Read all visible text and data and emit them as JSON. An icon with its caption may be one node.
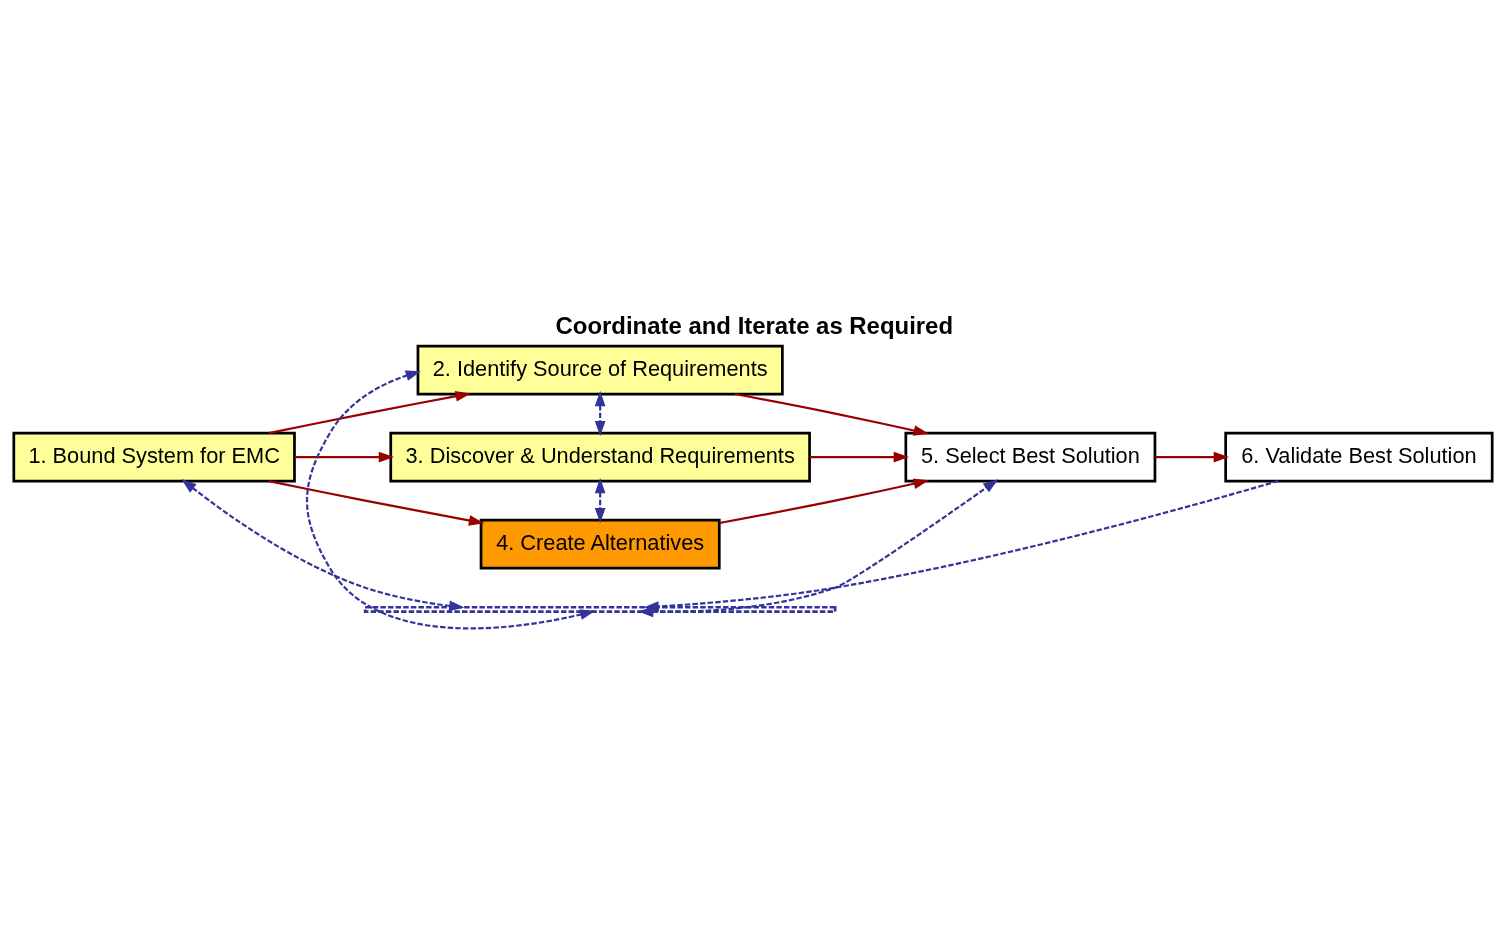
{
  "diagram": {
    "title": "Coordinate and Iterate as Required",
    "nodes": [
      {
        "text": [
          "1. Bound System for EMC"
        ]
      },
      {
        "text": [
          "2. Identify Source of Requirements"
        ]
      },
      {
        "text": [
          "3. Discover & Understand Requirements"
        ]
      },
      {
        "text": [
          "4. Create Alternatives"
        ]
      },
      {
        "text": [
          "5. Select Best Solution"
        ]
      },
      {
        "text": [
          "6. Validate Best Solution"
        ]
      },
      {
        "text": [],
        "shape": "bar"
      }
    ],
    "edges": [
      {
        "from": 0,
        "to": 1,
        "arrow": "to"
      },
      {
        "from": 0,
        "to": 2,
        "arrow": "to"
      },
      {
        "from": 0,
        "to": 3,
        "arrow": "to"
      },
      {
        "from": 1,
        "to": 4,
        "arrow": "to"
      },
      {
        "from": 2,
        "to": 4,
        "arrow": "to"
      },
      {
        "from": 3,
        "to": 4,
        "arrow": "to"
      },
      {
        "from": 4,
        "to": 5,
        "arrow": "to"
      },
      {
        "from": 6,
        "to": 0,
        "arrow": "both",
        "style": "dashed",
        "color": "#333399"
      },
      {
        "from": 6,
        "to": 1,
        "arrow": "both",
        "style": "dashed",
        "color": "#333399"
      },
      {
        "from": 6,
        "to": 4,
        "arrow": "both",
        "style": "dashed",
        "color": "#333399"
      },
      {
        "from": 5,
        "to": 6,
        "arrow": "to",
        "style": "dashed",
        "color": "#333399"
      },
      {
        "from": 1,
        "to": 2,
        "arrow": "both",
        "style": "dashed",
        "color": "#333399"
      },
      {
        "from": 2,
        "to": 3,
        "arrow": "both",
        "style": "dashed",
        "color": "#333399"
      }
    ]
  }
}
